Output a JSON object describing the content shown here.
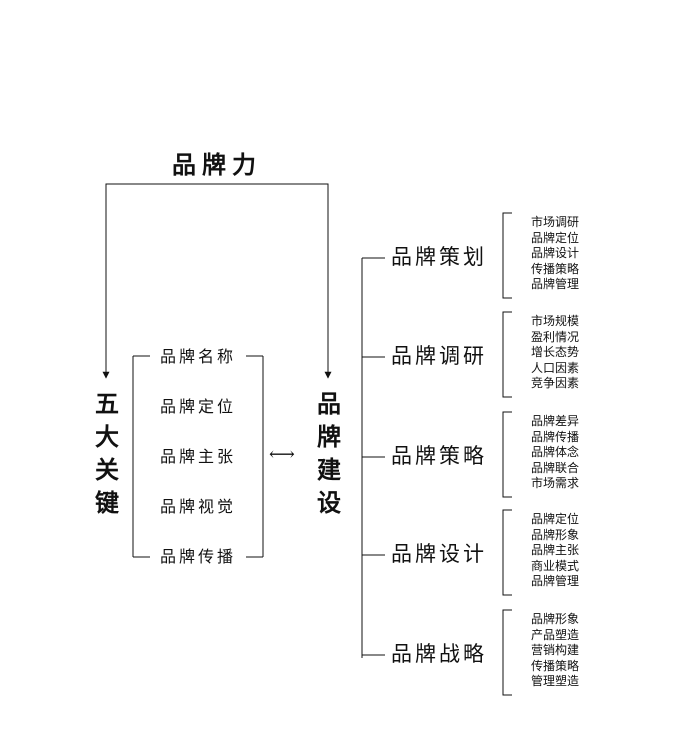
{
  "title": "品牌力",
  "left": {
    "vertical": "五大关键",
    "items": [
      "品牌名称",
      "品牌定位",
      "品牌主张",
      "品牌视觉",
      "品牌传播"
    ]
  },
  "center": {
    "vertical": "品牌建设",
    "arrow": "⟷"
  },
  "right": {
    "branches": [
      {
        "label": "品牌策划",
        "subs": [
          "市场调研",
          "品牌定位",
          "品牌设计",
          "传播策略",
          "品牌管理"
        ]
      },
      {
        "label": "品牌调研",
        "subs": [
          "市场规模",
          "盈利情况",
          "增长态势",
          "人口因素",
          "竞争因素"
        ]
      },
      {
        "label": "品牌策略",
        "subs": [
          "品牌差异",
          "品牌传播",
          "品牌体念",
          "品牌联合",
          "市场需求"
        ]
      },
      {
        "label": "品牌设计",
        "subs": [
          "品牌定位",
          "品牌形象",
          "品牌主张",
          "商业模式",
          "品牌管理"
        ]
      },
      {
        "label": "品牌战略",
        "subs": [
          "品牌形象",
          "产品塑造",
          "营销构建",
          "传播策略",
          "管理塑造"
        ]
      }
    ]
  }
}
